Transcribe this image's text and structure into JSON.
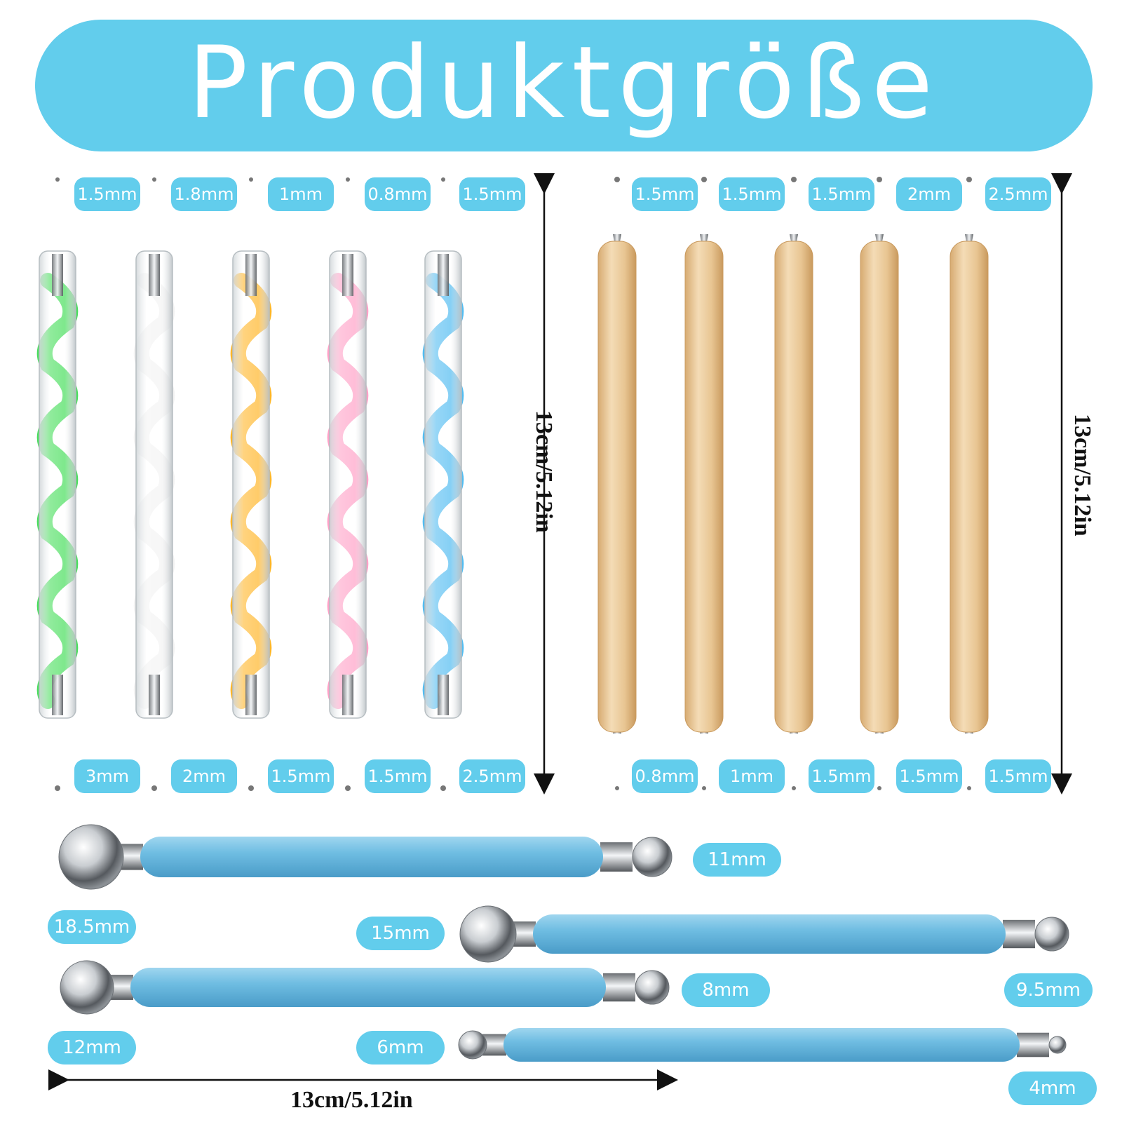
{
  "title": "Produktgröße",
  "colors": {
    "accent": "#62cdec",
    "badge_text": "#ffffff",
    "acrylic_swirls": [
      "#3ddc52",
      "#f2f2f2",
      "#ffb21e",
      "#ff9cc4",
      "#49b8f0"
    ],
    "wood": "#e6c496",
    "ball_tool_handle": "#6ab8dd"
  },
  "acrylic_tools": {
    "top_sizes": [
      "1.5mm",
      "1.8mm",
      "1mm",
      "0.8mm",
      "1.5mm"
    ],
    "bottom_sizes": [
      "3mm",
      "2mm",
      "1.5mm",
      "1.5mm",
      "2.5mm"
    ],
    "length_label": "13cm/5.12in"
  },
  "wooden_tools": {
    "top_sizes": [
      "1.5mm",
      "1.5mm",
      "1.5mm",
      "2mm",
      "2.5mm"
    ],
    "bottom_sizes": [
      "0.8mm",
      "1mm",
      "1.5mm",
      "1.5mm",
      "1.5mm"
    ],
    "length_label": "13cm/5.12in"
  },
  "ball_tools": {
    "tool1": {
      "large_end": "18.5mm",
      "small_end": "11mm"
    },
    "tool2": {
      "large_end": "15mm",
      "small_end": "9.5mm"
    },
    "tool3": {
      "large_end": "12mm",
      "small_end": "8mm"
    },
    "tool4": {
      "large_end": "6mm",
      "small_end": "4mm"
    },
    "length_label": "13cm/5.12in"
  },
  "icons": [
    "dotting-tool-icon",
    "ball-stylus-icon",
    "dimension-arrow-icon"
  ]
}
